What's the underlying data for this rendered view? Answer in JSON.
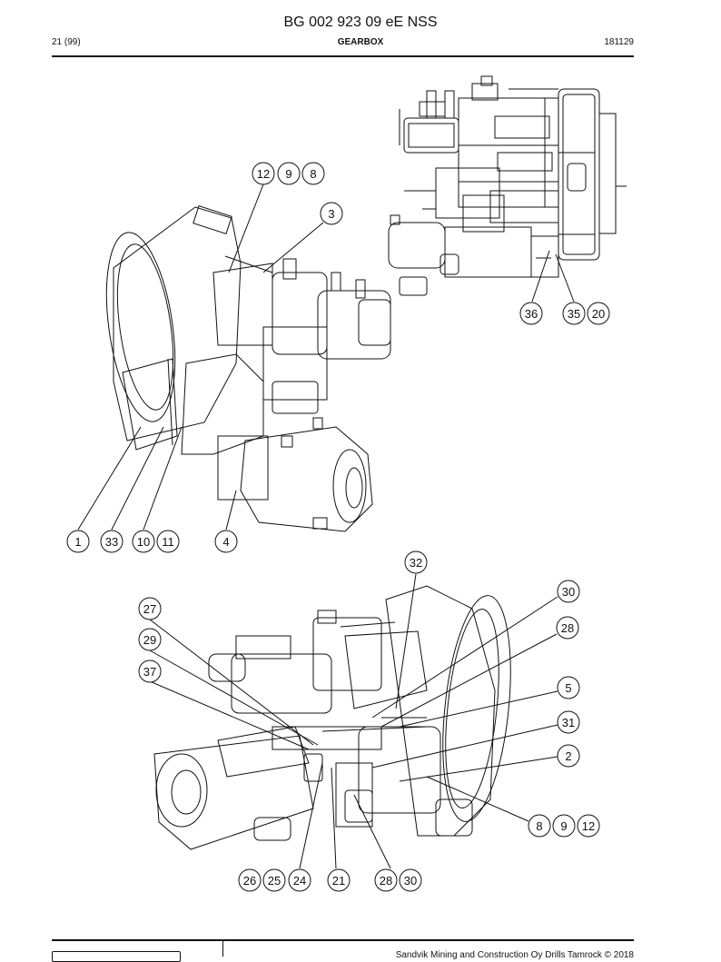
{
  "header": {
    "doc_title": "BG 002 923 09 eE NSS",
    "page": "21 (99)",
    "section": "GEARBOX",
    "date": "181129"
  },
  "footer": {
    "copyright": "Sandvik Mining and Construction Oy Drills Tamrock © 2018"
  },
  "callouts": {
    "c1": "12",
    "c2": "9",
    "c3": "8",
    "c4": "3",
    "c5": "36",
    "c6": "35",
    "c7": "20",
    "c8": "1",
    "c9": "33",
    "c10": "10",
    "c11": "11",
    "c12": "4",
    "c13": "32",
    "c14": "30",
    "c15": "27",
    "c16": "28",
    "c17": "29",
    "c18": "37",
    "c19": "5",
    "c20": "31",
    "c21": "2",
    "c22": "8",
    "c23": "9",
    "c24": "12",
    "c25": "26",
    "c26": "25",
    "c27": "24",
    "c28": "21",
    "c29": "28",
    "c30": "30"
  }
}
